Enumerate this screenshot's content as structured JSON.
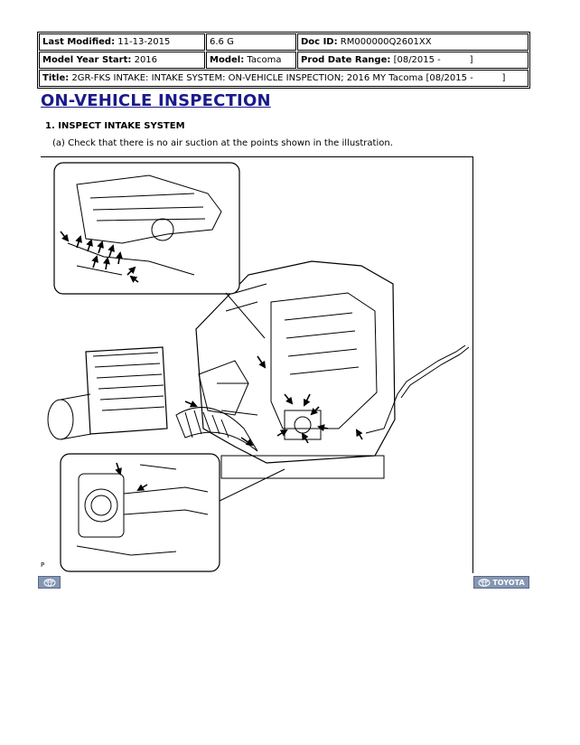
{
  "header": {
    "last_modified_label": "Last Modified:",
    "last_modified": "11-13-2015",
    "engine": "6.6 G",
    "doc_id_label": "Doc ID:",
    "doc_id": "RM000000Q2601XX",
    "model_year_label": "Model Year Start:",
    "model_year": "2016",
    "model_label": "Model:",
    "model": "Tacoma",
    "prod_date_label": "Prod Date Range:",
    "prod_date": "[08/2015 -          ]",
    "title_label": "Title:",
    "title": "2GR-FKS INTAKE: INTAKE SYSTEM: ON-VEHICLE INSPECTION; 2016 MY Tacoma [08/2015 -          ]"
  },
  "content": {
    "heading": "ON-VEHICLE INSPECTION",
    "step_title": "1. INSPECT INTAKE SYSTEM",
    "step_text": "(a) Check that there is no air suction at the points shown in the illustration.",
    "figure_code": "P"
  },
  "footer": {
    "toyota_label": "TOYOTA"
  },
  "icons": {
    "left_nav": "toyota-logo-icon",
    "right_nav": "toyota-logo-icon"
  }
}
